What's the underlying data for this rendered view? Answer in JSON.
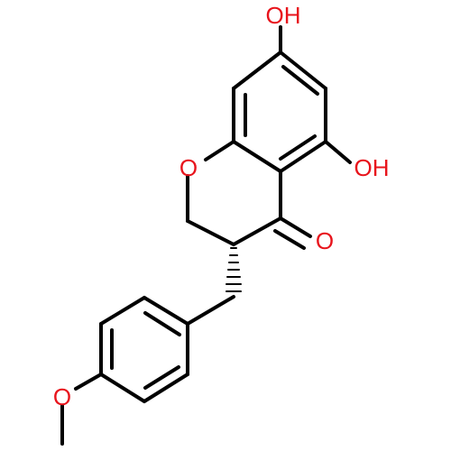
{
  "structure": {
    "atoms": {
      "hydroxyl_top": "OH",
      "hydroxyl_right": "OH",
      "ring_oxygen": "O",
      "carbonyl_oxygen": "O",
      "methoxy_oxygen": "O"
    }
  },
  "colors": {
    "bond": "#000000",
    "heteroatom": "#e8141c",
    "background": "#ffffff"
  }
}
